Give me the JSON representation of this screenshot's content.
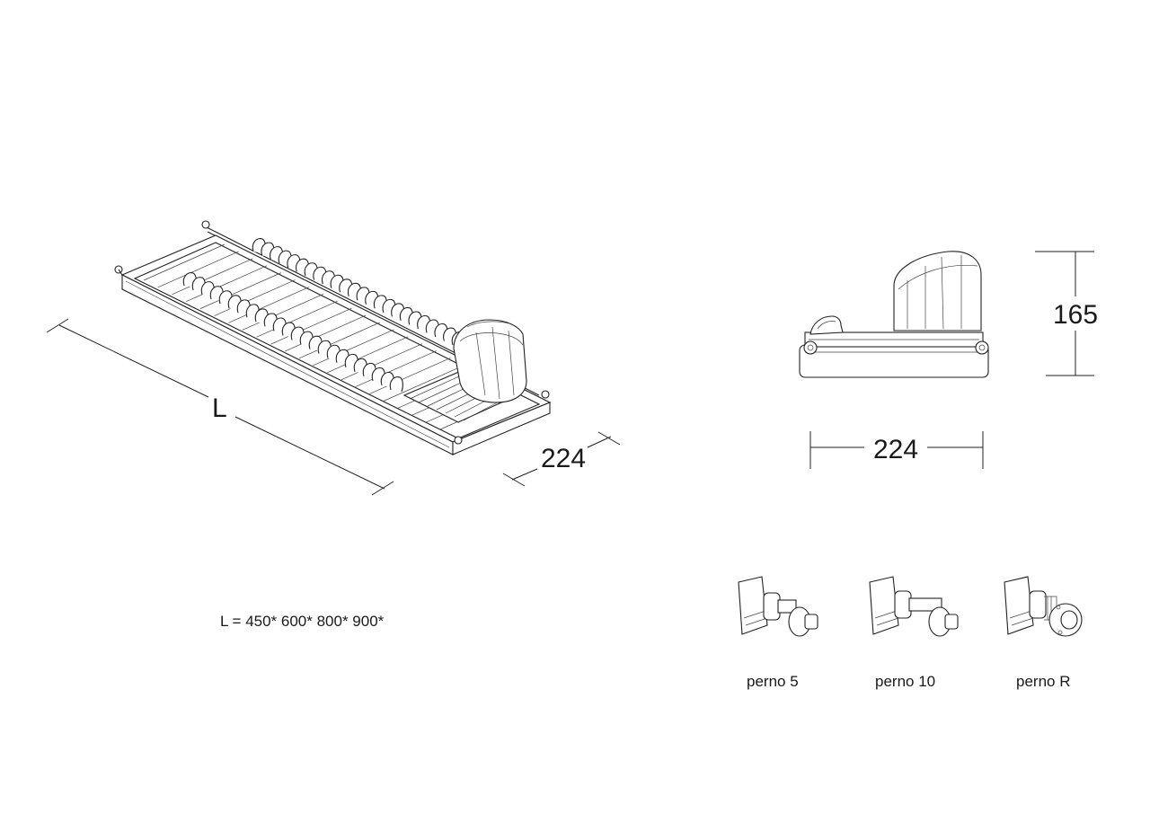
{
  "dimensions": {
    "length_label": "L",
    "depth_iso_label": "224",
    "depth_side_label": "224",
    "height_label": "165"
  },
  "length_options": "L = 450*  600*  800*  900*",
  "pins": [
    {
      "label": "perno 5"
    },
    {
      "label": "perno 10"
    },
    {
      "label": "perno R"
    }
  ]
}
